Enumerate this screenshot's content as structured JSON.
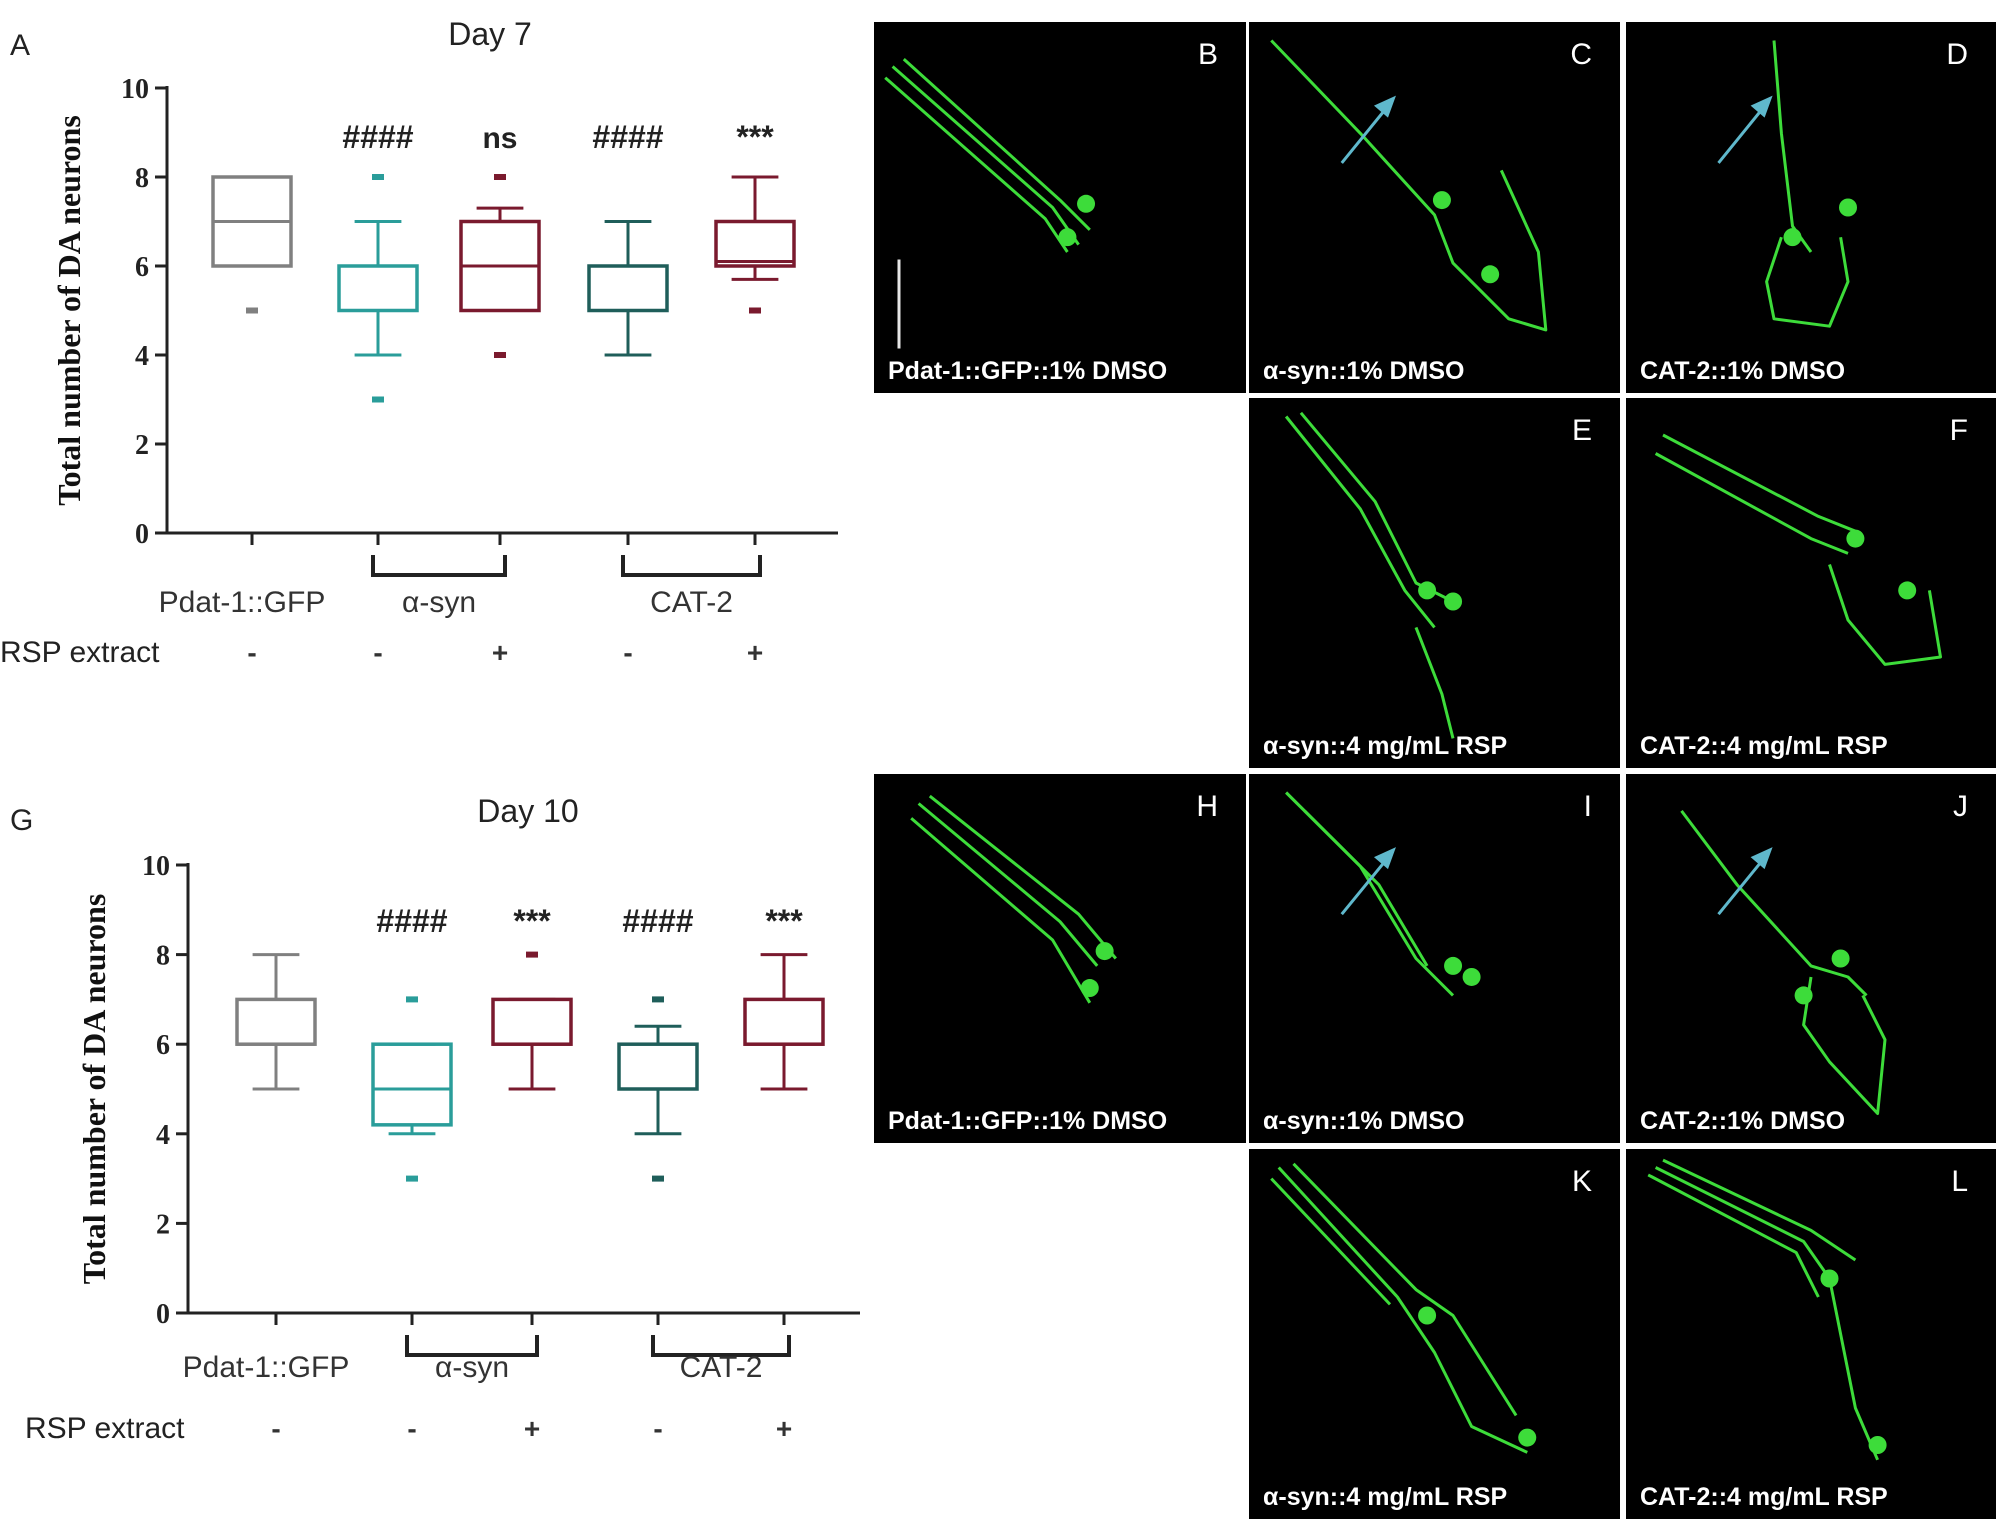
{
  "chart_data": [
    {
      "panel": "A",
      "type": "box",
      "title": "Day 7",
      "ylabel": "Total number of DA neurons",
      "ylim": [
        0,
        10
      ],
      "yticks": [
        0,
        2,
        4,
        6,
        8,
        10
      ],
      "groups": [
        {
          "tick": "Pdat-1::GFP",
          "rsp": "-",
          "color": "#808080",
          "sig": "",
          "min": 6,
          "q1": 6,
          "median": 7,
          "q3": 8,
          "max": 8,
          "outliers": [
            5
          ]
        },
        {
          "tick": "",
          "rsp": "-",
          "color": "#2a9d9a",
          "sig": "####",
          "min": 4,
          "q1": 5,
          "median": 5,
          "q3": 6,
          "max": 7,
          "outliers": [
            8,
            3
          ]
        },
        {
          "tick": "",
          "rsp": "+",
          "color": "#7a1a2e",
          "sig": "ns",
          "min": 5,
          "q1": 5,
          "median": 6,
          "q3": 7,
          "max": 7.3,
          "outliers": [
            8,
            4
          ]
        },
        {
          "tick": "",
          "rsp": "-",
          "color": "#1f5e5a",
          "sig": "####",
          "min": 4,
          "q1": 5,
          "median": 5,
          "q3": 6,
          "max": 7,
          "outliers": []
        },
        {
          "tick": "",
          "rsp": "+",
          "color": "#7a1a2e",
          "sig": "***",
          "min": 5.7,
          "q1": 6,
          "median": 6.1,
          "q3": 7,
          "max": 8,
          "outliers": [
            5
          ]
        }
      ],
      "brackets": [
        {
          "label": "α-syn",
          "from": 1,
          "to": 2
        },
        {
          "label": "CAT-2",
          "from": 3,
          "to": 4
        }
      ],
      "row_label": "RSP extract"
    },
    {
      "panel": "G",
      "type": "box",
      "title": "Day 10",
      "ylabel": "Total number of DA neurons",
      "ylim": [
        0,
        10
      ],
      "yticks": [
        0,
        2,
        4,
        6,
        8,
        10
      ],
      "groups": [
        {
          "tick": "Pdat-1::GFP",
          "rsp": "-",
          "color": "#808080",
          "sig": "",
          "min": 5,
          "q1": 6,
          "median": 6,
          "q3": 7,
          "max": 8,
          "outliers": []
        },
        {
          "tick": "",
          "rsp": "-",
          "color": "#2a9d9a",
          "sig": "####",
          "min": 4,
          "q1": 4.2,
          "median": 5,
          "q3": 6,
          "max": 6,
          "outliers": [
            7,
            3
          ]
        },
        {
          "tick": "",
          "rsp": "+",
          "color": "#7a1a2e",
          "sig": "***",
          "min": 5,
          "q1": 6,
          "median": 6,
          "q3": 7,
          "max": 7,
          "outliers": [
            8
          ]
        },
        {
          "tick": "",
          "rsp": "-",
          "color": "#1f5e5a",
          "sig": "####",
          "min": 4,
          "q1": 5,
          "median": 5,
          "q3": 6,
          "max": 6.4,
          "outliers": [
            7,
            3
          ]
        },
        {
          "tick": "",
          "rsp": "+",
          "color": "#7a1a2e",
          "sig": "***",
          "min": 5,
          "q1": 6,
          "median": 6,
          "q3": 7,
          "max": 8,
          "outliers": []
        }
      ],
      "brackets": [
        {
          "label": "α-syn",
          "from": 1,
          "to": 2
        },
        {
          "label": "CAT-2",
          "from": 3,
          "to": 4
        }
      ],
      "row_label": "RSP extract"
    }
  ],
  "micrographs": [
    {
      "letter": "B",
      "caption": "Pdat-1::GFP::1% DMSO",
      "arrow": false
    },
    {
      "letter": "C",
      "caption": "α-syn::1% DMSO",
      "arrow": true
    },
    {
      "letter": "D",
      "caption": "CAT-2::1% DMSO",
      "arrow": true
    },
    {
      "letter": "E",
      "caption": "α-syn::4 mg/mL RSP",
      "arrow": false
    },
    {
      "letter": "F",
      "caption": "CAT-2::4 mg/mL RSP",
      "arrow": false
    },
    {
      "letter": "H",
      "caption": "Pdat-1::GFP::1% DMSO",
      "arrow": false
    },
    {
      "letter": "I",
      "caption": "α-syn::1% DMSO",
      "arrow": true
    },
    {
      "letter": "J",
      "caption": "CAT-2::1% DMSO",
      "arrow": true
    },
    {
      "letter": "K",
      "caption": "α-syn::4 mg/mL RSP",
      "arrow": false
    },
    {
      "letter": "L",
      "caption": "CAT-2::4 mg/mL RSP",
      "arrow": false
    }
  ],
  "colors": {
    "neuron": "#3ddc3a",
    "arrow": "#5fb8cc",
    "background": "#000000"
  }
}
